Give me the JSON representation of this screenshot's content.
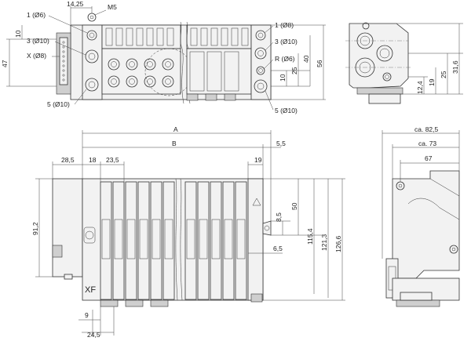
{
  "top_left_view": {
    "dims": {
      "d14_25": "14,25",
      "m5": "M5",
      "p1_d6": "1 (Ø6)",
      "d10": "10",
      "p3_d10": "3 (Ø10)",
      "d47": "47",
      "px_d8": "X (Ø8)",
      "p5_d10_left": "5 (Ø10)",
      "p1_d8": "1 (Ø8)",
      "p3_d10_right": "3 (Ø10)",
      "pr_d6": "R (Ø6)",
      "d10_right": "10",
      "d25": "25",
      "d40": "40",
      "d56": "56",
      "p5_d10_right": "5 (Ø10)"
    }
  },
  "top_right_view": {
    "dims": {
      "d12_4": "12,4",
      "d19": "19",
      "d25": "25",
      "d31_6": "31,6"
    }
  },
  "bottom_left_view": {
    "dims": {
      "a": "A",
      "b": "B",
      "d5_5": "5,5",
      "d28_5": "28,5",
      "d18": "18",
      "d23_5": "23,5",
      "d19": "19",
      "d91_2": "91,2",
      "d8_5": "8,5",
      "d50": "50",
      "d115_4": "115,4",
      "d121_3": "121,3",
      "d126_6": "126,6",
      "d6_5": "6,5",
      "d9": "9",
      "d24_5": "24,5"
    }
  },
  "bottom_right_view": {
    "dims": {
      "ca82_5": "ca. 82,5",
      "ca73": "ca. 73",
      "d67": "67"
    }
  }
}
